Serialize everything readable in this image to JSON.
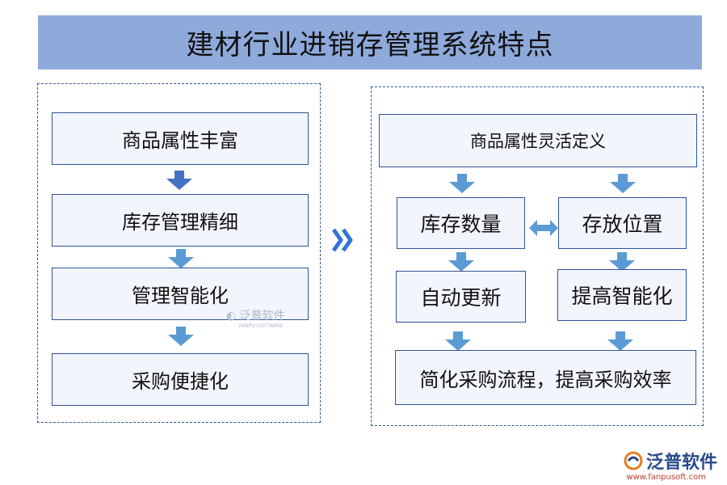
{
  "title": "建材行业进销存管理系统特点",
  "left_column": {
    "items": [
      {
        "label": "商品属性丰富"
      },
      {
        "label": "库存管理精细"
      },
      {
        "label": "管理智能化"
      },
      {
        "label": "采购便捷化"
      }
    ]
  },
  "right_column": {
    "top": "商品属性灵活定义",
    "inventory_quantity": "库存数量",
    "storage_location": "存放位置",
    "auto_update": "自动更新",
    "improve_intelligence": "提高智能化",
    "bottom": "简化采购流程，提高采购效率"
  },
  "watermark": {
    "center_brand": "泛普软件",
    "center_sub": "FANPU SOFTWARE",
    "logo_text": "泛普软件",
    "logo_url": "www.fanpusoft.com"
  },
  "colors": {
    "title_bar": "#8eaadb",
    "box_border": "#2f5597",
    "arrow": "#5b9bd5",
    "double_chevron": "#2e75d6"
  }
}
